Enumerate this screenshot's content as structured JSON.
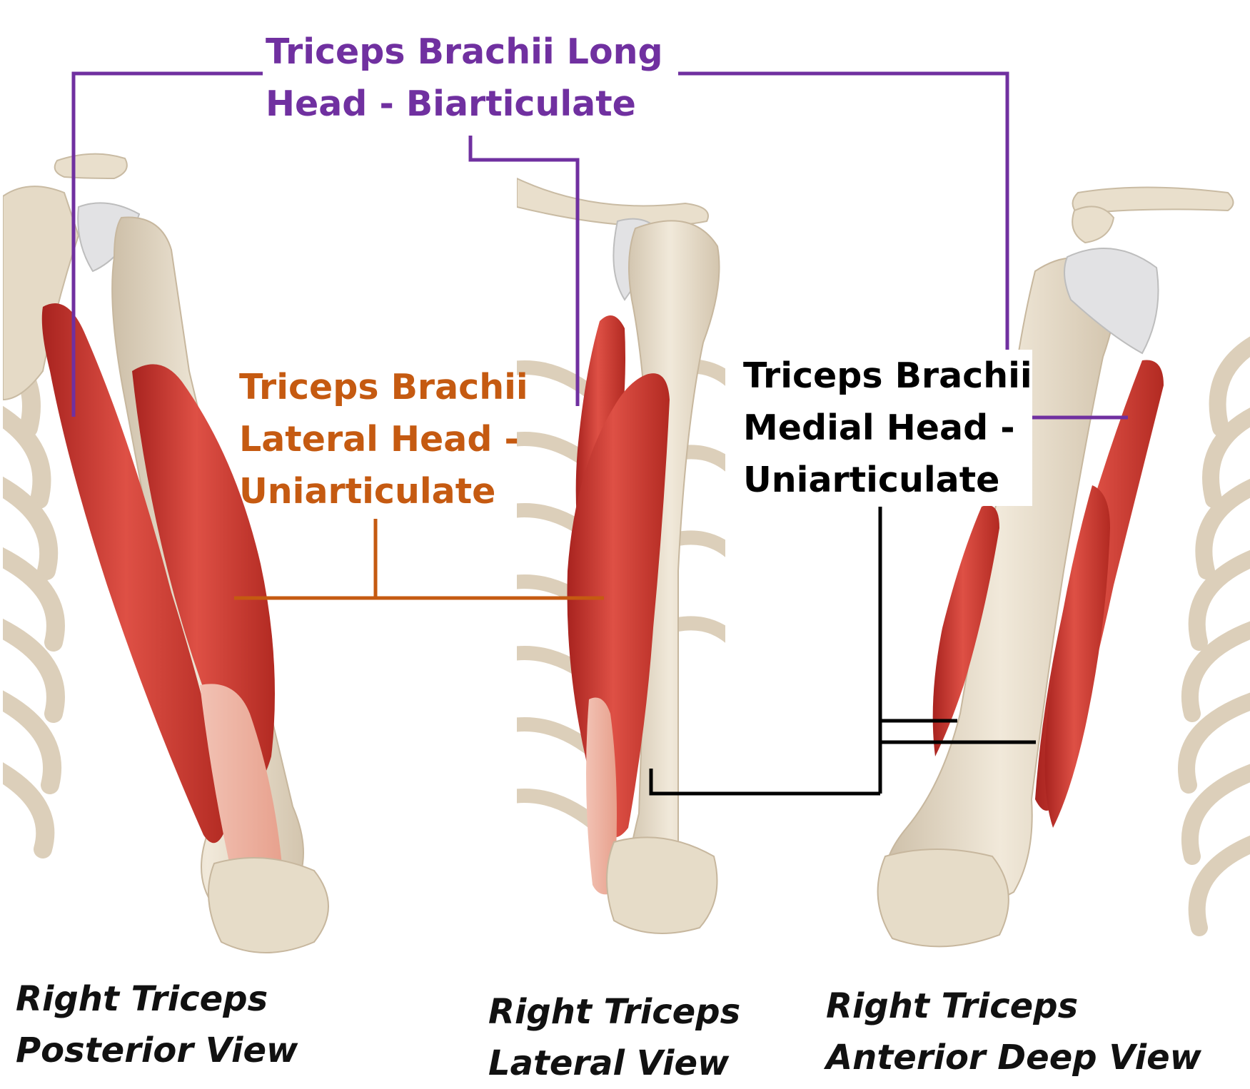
{
  "colors": {
    "long_head": "#7030A0",
    "lateral_head": "#C55A11",
    "medial_head": "#000000",
    "muscle": "#D9453A",
    "muscle_dark": "#A8231F",
    "bone": "#EAE0CF",
    "bone_shade": "#CDBFA8",
    "cartilage": "#E4E4E6",
    "caption": "#111111"
  },
  "labels": {
    "long_head": {
      "line1": "Triceps Brachii Long",
      "line2": "Head - Biarticulate"
    },
    "lateral_head": {
      "line1": "Triceps Brachii",
      "line2": "Lateral Head -",
      "line3": "Uniarticulate"
    },
    "medial_head": {
      "line1": "Triceps Brachii",
      "line2": "Medial Head -",
      "line3": "Uniarticulate"
    }
  },
  "panels": {
    "posterior": {
      "line1": "Right Triceps",
      "line2": "Posterior View"
    },
    "lateral": {
      "line1": "Right Triceps",
      "line2": "Lateral View"
    },
    "anterior": {
      "line1": "Right Triceps",
      "line2": "Anterior Deep View"
    }
  }
}
